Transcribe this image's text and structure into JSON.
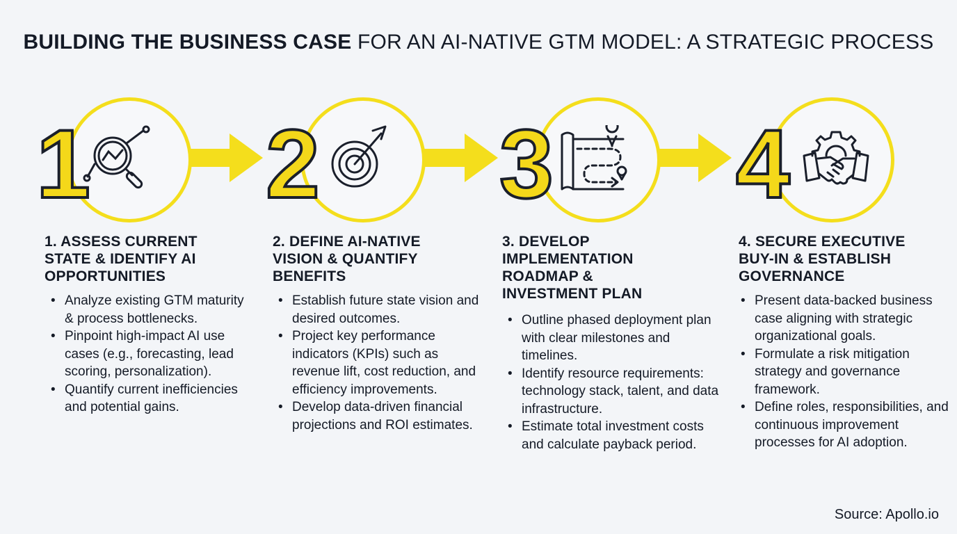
{
  "title": {
    "bold": "BUILDING THE BUSINESS CASE",
    "rest": " FOR AN AI-NATIVE GTM MODEL: A STRATEGIC PROCESS"
  },
  "steps": [
    {
      "number": "1",
      "icon": "magnifying-glass-chart-icon",
      "title": "1. ASSESS CURRENT STATE & IDENTIFY AI OPPORTUNITIES",
      "bullets": [
        "Analyze existing GTM maturity & process bottlenecks.",
        "Pinpoint high-impact AI use cases (e.g., forecasting, lead scoring, personalization).",
        "Quantify current inefficiencies and potential gains."
      ]
    },
    {
      "number": "2",
      "icon": "target-arrow-icon",
      "title": "2. DEFINE AI-NATIVE VISION & QUANTIFY BENEFITS",
      "bullets": [
        "Establish future state vision and desired outcomes.",
        "Project key performance indicators (KPIs) such as revenue lift, cost reduction, and efficiency improvements.",
        "Develop data-driven financial projections and ROI estimates."
      ]
    },
    {
      "number": "3",
      "icon": "roadmap-icon",
      "title": "3. DEVELOP IMPLEMENTATION ROADMAP & INVESTMENT PLAN",
      "bullets": [
        "Outline phased deployment plan with clear milestones and timelines.",
        "Identify resource requirements: technology stack, talent, and data infrastructure.",
        "Estimate total investment costs and calculate payback period."
      ]
    },
    {
      "number": "4",
      "icon": "handshake-gear-icon",
      "title": "4. SECURE EXECUTIVE BUY-IN & ESTABLISH GOVERNANCE",
      "bullets": [
        "Present data-backed business case aligning with strategic organizational goals.",
        "Formulate a risk mitigation strategy and governance framework.",
        "Define roles, responsibilities, and continuous improvement processes for AI adoption."
      ]
    }
  ],
  "source": "Source: Apollo.io",
  "colors": {
    "accent": "#f4de1c",
    "text": "#141a26",
    "background": "#f3f5f8"
  }
}
